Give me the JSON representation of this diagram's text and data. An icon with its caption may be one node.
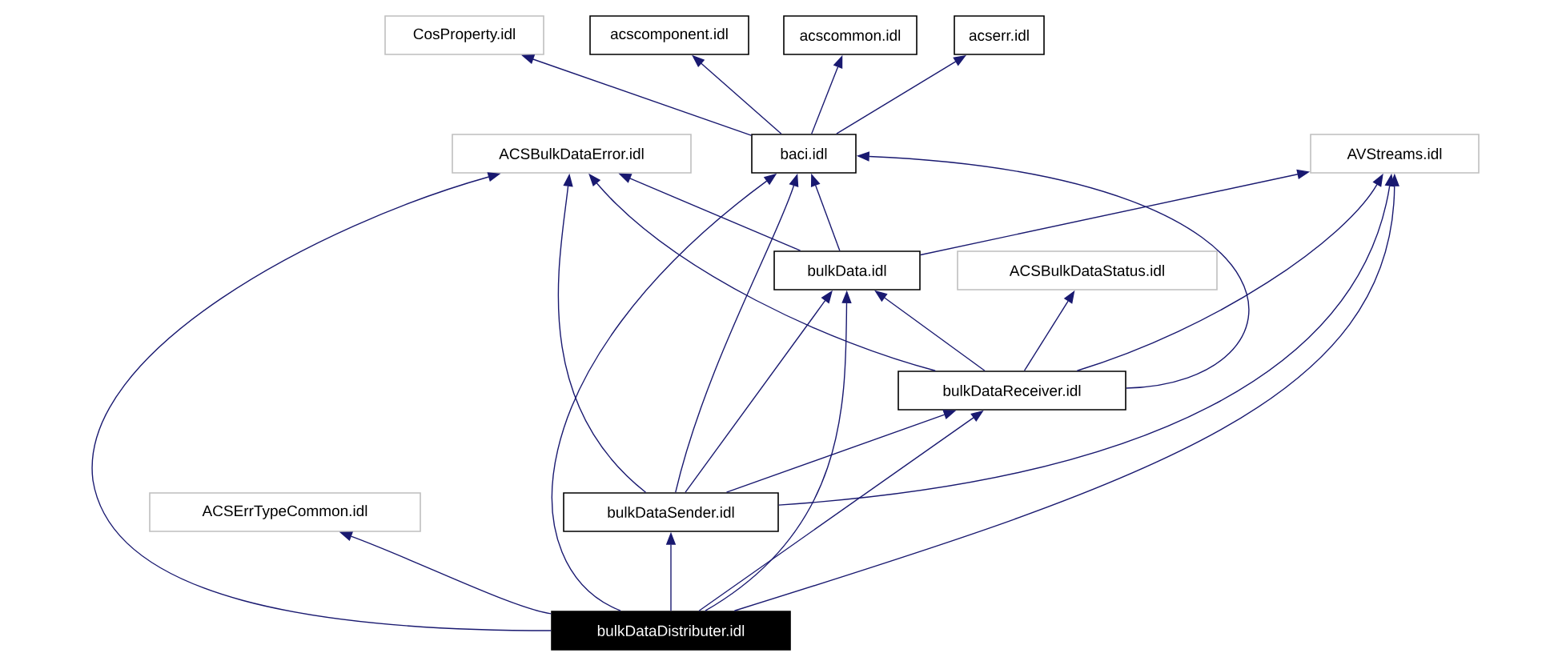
{
  "diagram": {
    "nodes": [
      {
        "text": [
          "CosProperty.idl"
        ]
      },
      {
        "text": [
          "acscomponent.idl"
        ]
      },
      {
        "text": [
          "acscommon.idl"
        ]
      },
      {
        "text": [
          "acserr.idl"
        ]
      },
      {
        "text": [
          "ACSBulkDataError.idl"
        ]
      },
      {
        "text": [
          "baci.idl"
        ]
      },
      {
        "text": [
          "AVStreams.idl"
        ]
      },
      {
        "text": [
          "bulkData.idl"
        ]
      },
      {
        "text": [
          "ACSBulkDataStatus.idl"
        ]
      },
      {
        "text": [
          "bulkDataReceiver.idl"
        ]
      },
      {
        "text": [
          "ACSErrTypeCommon.idl"
        ]
      },
      {
        "text": [
          "bulkDataSender.idl"
        ]
      },
      {
        "text": [
          "bulkDataDistributer.idl"
        ]
      }
    ],
    "edges": [
      {
        "from": 5,
        "to": 0,
        "arrow": "to"
      },
      {
        "from": 5,
        "to": 1,
        "arrow": "to"
      },
      {
        "from": 5,
        "to": 2,
        "arrow": "to"
      },
      {
        "from": 5,
        "to": 3,
        "arrow": "to"
      },
      {
        "from": 7,
        "to": 4,
        "arrow": "to"
      },
      {
        "from": 7,
        "to": 5,
        "arrow": "to"
      },
      {
        "from": 7,
        "to": 6,
        "arrow": "to"
      },
      {
        "from": 9,
        "to": 4,
        "arrow": "to"
      },
      {
        "from": 9,
        "to": 5,
        "arrow": "to"
      },
      {
        "from": 9,
        "to": 7,
        "arrow": "to"
      },
      {
        "from": 9,
        "to": 8,
        "arrow": "to"
      },
      {
        "from": 9,
        "to": 6,
        "arrow": "to"
      },
      {
        "from": 11,
        "to": 4,
        "arrow": "to"
      },
      {
        "from": 11,
        "to": 5,
        "arrow": "to"
      },
      {
        "from": 11,
        "to": 7,
        "arrow": "to"
      },
      {
        "from": 11,
        "to": 9,
        "arrow": "to"
      },
      {
        "from": 11,
        "to": 6,
        "arrow": "to"
      },
      {
        "from": 12,
        "to": 4,
        "arrow": "to"
      },
      {
        "from": 12,
        "to": 5,
        "arrow": "to"
      },
      {
        "from": 12,
        "to": 7,
        "arrow": "to"
      },
      {
        "from": 12,
        "to": 9,
        "arrow": "to"
      },
      {
        "from": 12,
        "to": 6,
        "arrow": "to"
      },
      {
        "from": 12,
        "to": 10,
        "arrow": "to"
      },
      {
        "from": 12,
        "to": 11,
        "arrow": "to"
      }
    ]
  }
}
